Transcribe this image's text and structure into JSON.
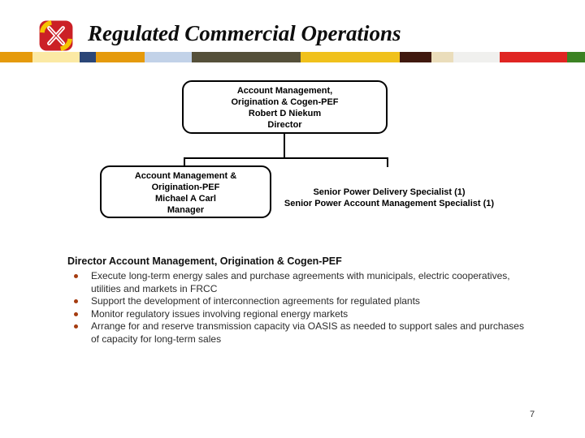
{
  "header": {
    "title": "Regulated Commercial Operations",
    "logo_colors": {
      "background": "#CB2026",
      "accent": "#F5C400",
      "cross": "#FFFFFF"
    }
  },
  "stripe": {
    "segments": [
      {
        "color": "#E59A0C",
        "width": 40
      },
      {
        "color": "#FBE9A4",
        "width": 58
      },
      {
        "color": "#2B4677",
        "width": 20
      },
      {
        "color": "#E59A0C",
        "width": 60
      },
      {
        "color": "#C2D2E8",
        "width": 58
      },
      {
        "color": "#55503A",
        "width": 134
      },
      {
        "color": "#F0C11C",
        "width": 122
      },
      {
        "color": "#40190F",
        "width": 39
      },
      {
        "color": "#EADDBB",
        "width": 27
      },
      {
        "color": "#F0F0EE",
        "width": 57
      },
      {
        "color": "#E02522",
        "width": 83
      },
      {
        "color": "#3C8223",
        "width": 22
      }
    ]
  },
  "org_chart": {
    "director_box": "Account Management,\nOrigination & Cogen-PEF\nRobert D Niekum\nDirector",
    "manager_box": "Account Management &\nOrigination-PEF\nMichael A Carl\nManager",
    "specialists_text": "Senior Power Delivery Specialist (1)\nSenior Power Account Management Specialist (1)"
  },
  "body": {
    "heading": "Director Account Management, Origination & Cogen-PEF",
    "bullet_color": "#A53C10",
    "bullets": [
      "Execute long-term energy sales and purchase agreements with municipals, electric cooperatives,\nutilities and markets in FRCC",
      "Support the development of interconnection agreements for regulated plants",
      "Monitor regulatory issues involving regional energy markets",
      "Arrange for and reserve transmission capacity via OASIS as needed to support sales and purchases\nof capacity for long-term sales"
    ]
  },
  "footer": {
    "page_number": "7"
  }
}
